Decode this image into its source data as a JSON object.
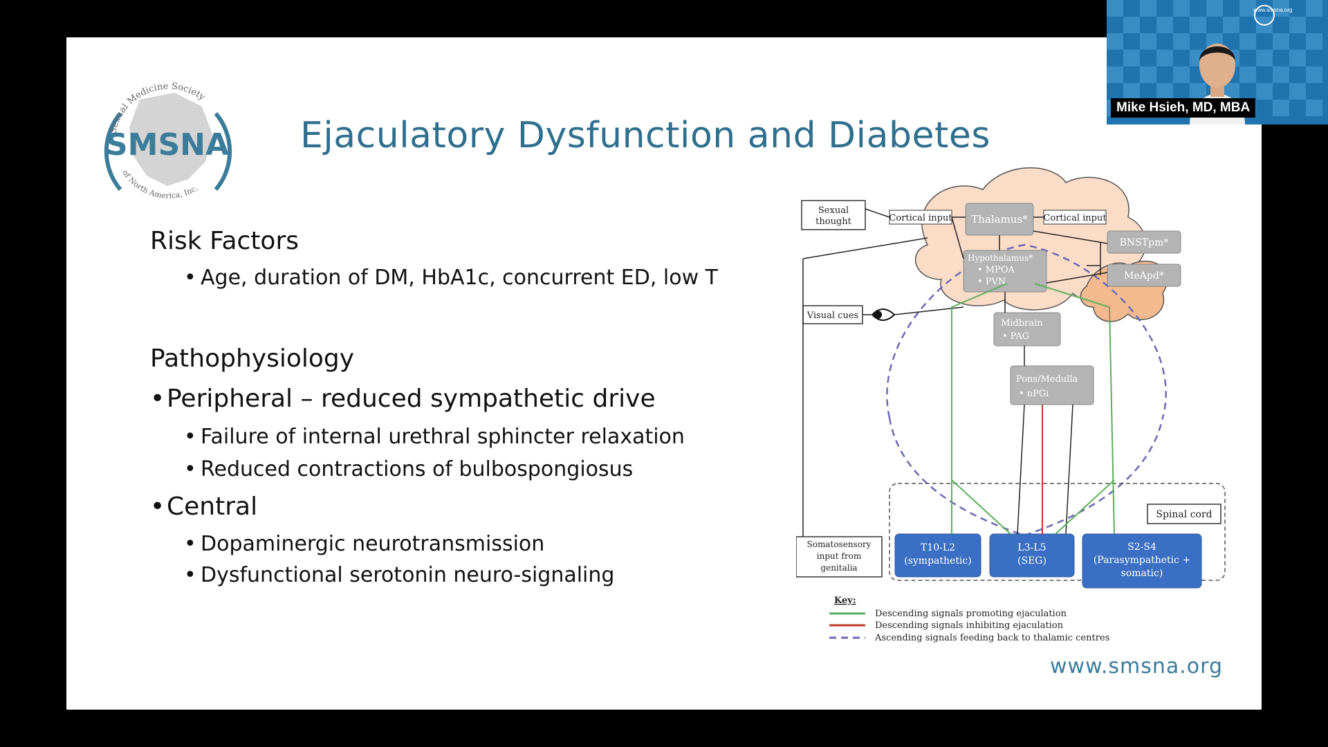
{
  "slide": {
    "title": "Ejaculatory Dysfunction and Diabetes",
    "logo": {
      "abbr": "SMSNA",
      "arc_top": "Sexual Medicine Society",
      "arc_bottom": "of North America, Inc."
    },
    "risk_heading": "Risk Factors",
    "risk_items": [
      "Age, duration of DM, HbA1c, concurrent ED, low T"
    ],
    "patho_heading": "Pathophysiology",
    "peripheral": "Peripheral – reduced sympathetic drive",
    "peripheral_items": [
      "Failure of internal urethral sphincter relaxation",
      "Reduced contractions of bulbospongiosus"
    ],
    "central": "Central",
    "central_items": [
      "Dopaminergic neurotransmission",
      "Dysfunctional serotonin neuro-signaling"
    ],
    "bullet": "•",
    "url": "www.smsna.org"
  },
  "diagram": {
    "sexual_thought": [
      "Sexual",
      "thought"
    ],
    "visual_cues": "Visual cues",
    "cortical_input_left": "Cortical input",
    "cortical_input_right": "Cortical input",
    "thalamus": "Thalamus*",
    "bnstpm": "BNSTpm*",
    "meapd": "MeApd*",
    "hypothalamus": "Hypothalamus*",
    "mpoa": "•  MPOA",
    "pvn": "•  PVN",
    "midbrain": "Midbrain",
    "pag": "•  PAG",
    "pons": "Pons/Medulla",
    "npgi": "•  nPGi",
    "spinal_cord": "Spinal cord",
    "somatosensory": [
      "Somatosensory",
      "input from",
      "genitalia"
    ],
    "t10": [
      "T10-L2",
      "(sympathetic)"
    ],
    "l3": [
      "L3-L5",
      "(SEG)"
    ],
    "s2": [
      "S2-S4",
      "(Parasympathetic +",
      "somatic)"
    ],
    "key_title": "Key:",
    "key_promoting": "Descending signals promoting ejaculation",
    "key_inhibiting": "Descending signals inhibiting ejaculation",
    "key_ascending": "Ascending signals feeding back to thalamic centres",
    "colors": {
      "green": "#5cae5c",
      "red": "#c0392b",
      "dashed": "#6a6ab5",
      "box_blue": "#3a6fc4",
      "cloud": "#fadcc7",
      "cloud_dark": "#f3b98f"
    }
  },
  "video": {
    "name": "Mike Hsieh, MD, MBA",
    "brand": "www.smsna.org"
  }
}
